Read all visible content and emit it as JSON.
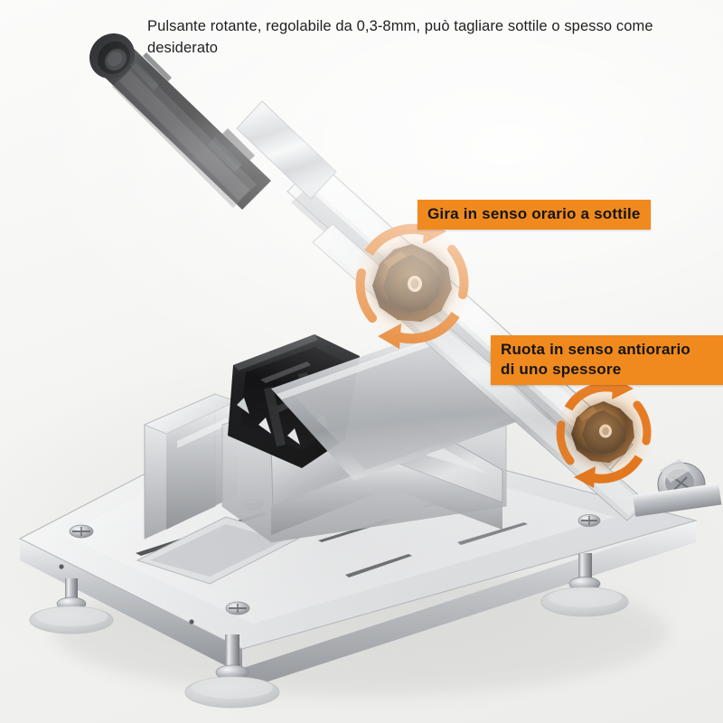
{
  "page": {
    "type": "product-annotation-photo",
    "subject": "manual meat slicer",
    "background_color": "#f4f4f2"
  },
  "caption": {
    "text": "Pulsante rotante, regolabile da 0,3-8mm, può tagliare sottile o spesso come desiderato",
    "color": "#201f1f"
  },
  "callouts": [
    {
      "id": "thin",
      "text": "Gira in senso orario a sottile",
      "background": "#F08A1E",
      "text_color": "#141414",
      "points_to": "upper-adjustment-knob"
    },
    {
      "id": "thick",
      "text": "Ruota in senso antiorario\ndi uno spessore",
      "background": "#F08A1E",
      "text_color": "#141414",
      "points_to": "lower-adjustment-knob"
    }
  ],
  "annotations": {
    "rotation_arrow_color": "#E4761A",
    "upper_knob_label": "upper-adjustment-knob",
    "lower_knob_label": "lower-adjustment-knob"
  },
  "product_parts": {
    "handle_grip": "black-cylindrical-handle",
    "blade_arm": "stainless-blade-arm",
    "food_holder": "black-food-pusher",
    "base_plate": "stainless-base-plate",
    "feet": "suction-cup-feet",
    "pivot_bolt": "chrome-pivot-bolt",
    "metal_color": "#c8cacc",
    "handle_color": "#1c1c1e",
    "knob_color": "#6b4422"
  }
}
